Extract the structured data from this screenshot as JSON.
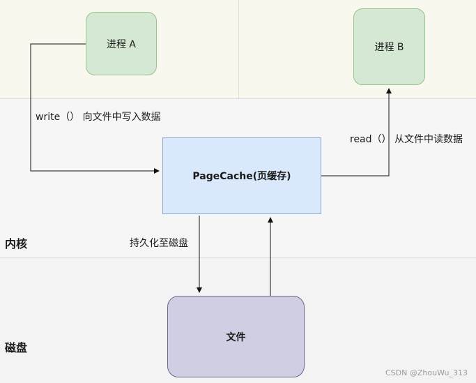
{
  "diagram": {
    "process_a": "进程 A",
    "process_b": "进程 B",
    "page_cache": "PageCache(页缓存)",
    "file": "文件",
    "write_label": "write（）  向文件中写入数据",
    "read_label": "read（）  从文件中读数据",
    "persist_label": "持久化至磁盘",
    "kernel_label": "内核",
    "disk_label": "磁盘"
  },
  "watermark": "CSDN @ZhouWu_313"
}
